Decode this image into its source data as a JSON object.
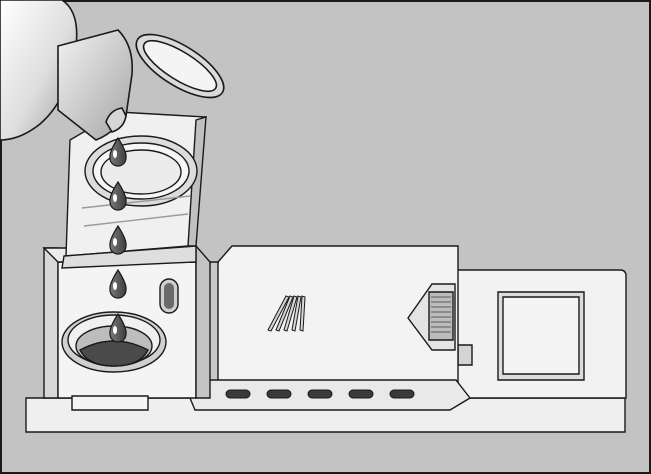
{
  "illustration": {
    "subject": "dishwasher-detergent-dispenser-rinse-aid-filling",
    "colors": {
      "background": "#c3c3c3",
      "outline": "#1a1a1a",
      "plastic_light": "#f4f4f4",
      "plastic_mid": "#dcdcdc",
      "plastic_shadow": "#a8a8a8",
      "liquid": "#5a5a5a",
      "bottle": "#e6e6e6"
    },
    "drop_count": 5,
    "vent_slot_count": 5,
    "ridge_count": 5
  }
}
